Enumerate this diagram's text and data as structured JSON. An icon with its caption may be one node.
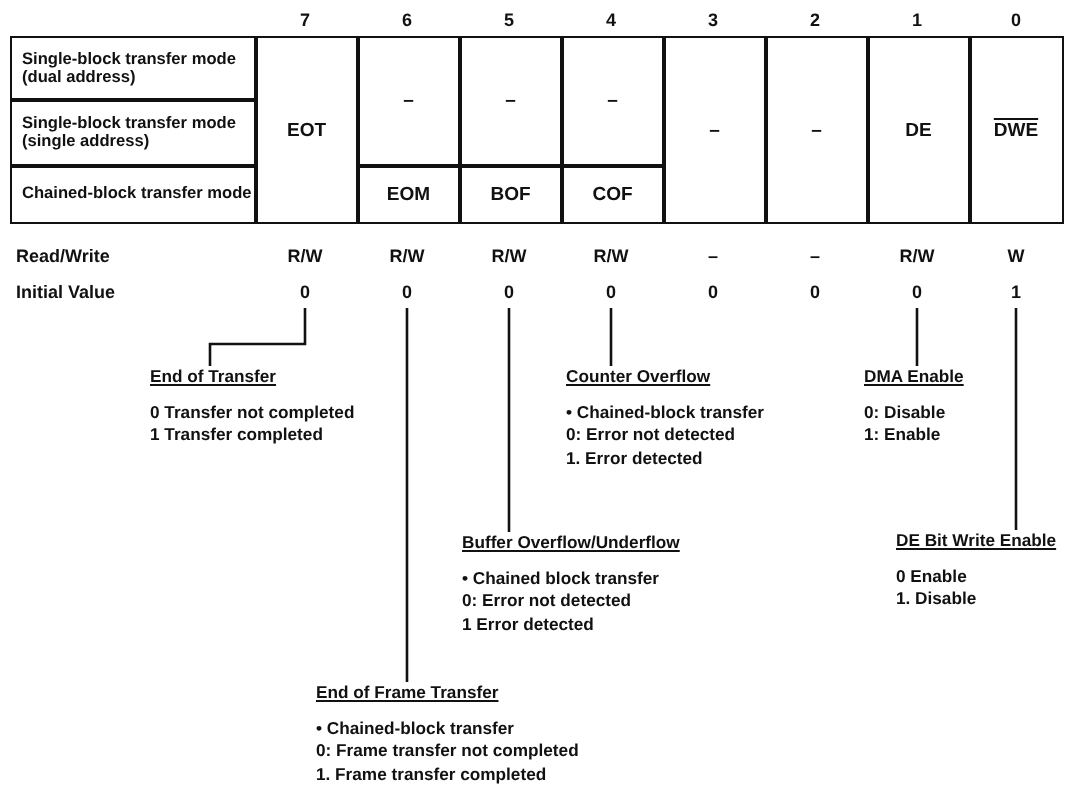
{
  "diagram": {
    "nodes": [
      {
        "text": [
          "Single-block transfer mode (dual address)"
        ]
      },
      {
        "text": [
          "Single-block transfer mode (single address)"
        ]
      },
      {
        "text": [
          "Chained-block transfer mode"
        ]
      },
      {
        "text": [
          "EOT"
        ]
      },
      {
        "text": [
          "–"
        ]
      },
      {
        "text": [
          "–"
        ]
      },
      {
        "text": [
          "–"
        ]
      },
      {
        "text": [
          "–"
        ]
      },
      {
        "text": [
          "–"
        ]
      },
      {
        "text": [
          "DE"
        ]
      },
      {
        "text": [
          "DWE"
        ]
      },
      {
        "text": [
          "EOM"
        ]
      },
      {
        "text": [
          "BOF"
        ]
      },
      {
        "text": [
          "COF"
        ]
      },
      {
        "text": [
          "0"
        ]
      },
      {
        "text": [
          "0"
        ]
      },
      {
        "text": [
          "0"
        ]
      },
      {
        "text": [
          "0"
        ]
      },
      {
        "text": [
          "0"
        ]
      },
      {
        "text": [
          "0"
        ]
      },
      {
        "text": [
          "0"
        ]
      },
      {
        "text": [
          "1"
        ]
      },
      {
        "text": [
          "End of Transfer",
          "0 Transfer not completed",
          "1 Transfer completed"
        ]
      },
      {
        "text": [
          "Counter Overflow",
          "• Chained-block transfer",
          "0: Error not detected",
          "1. Error detected"
        ]
      },
      {
        "text": [
          "DMA Enable",
          "0: Disable",
          "1: Enable"
        ]
      },
      {
        "text": [
          "Buffer Overflow/Underflow",
          "• Chained block transfer",
          "0: Error not detected",
          "1 Error detected"
        ]
      },
      {
        "text": [
          "DE Bit Write Enable",
          "0 Enable",
          "1. Disable"
        ]
      },
      {
        "text": [
          "End of Frame Transfer",
          "• Chained-block transfer",
          "0: Frame transfer not completed",
          "1. Frame transfer completed"
        ]
      }
    ],
    "edges": [
      {
        "from": 14,
        "to": 22,
        "arrow": "none"
      },
      {
        "from": 15,
        "to": 27,
        "arrow": "none"
      },
      {
        "from": 16,
        "to": 25,
        "arrow": "none"
      },
      {
        "from": 17,
        "to": 23,
        "arrow": "none"
      },
      {
        "from": 20,
        "to": 24,
        "arrow": "none"
      },
      {
        "from": 21,
        "to": 26,
        "arrow": "none"
      }
    ],
    "labels": [
      "7",
      "6",
      "5",
      "4",
      "3",
      "2",
      "1",
      "0",
      "Read/Write",
      "R/W",
      "R/W",
      "R/W",
      "R/W",
      "–",
      "–",
      "R/W",
      "W",
      "Initial Value"
    ]
  }
}
